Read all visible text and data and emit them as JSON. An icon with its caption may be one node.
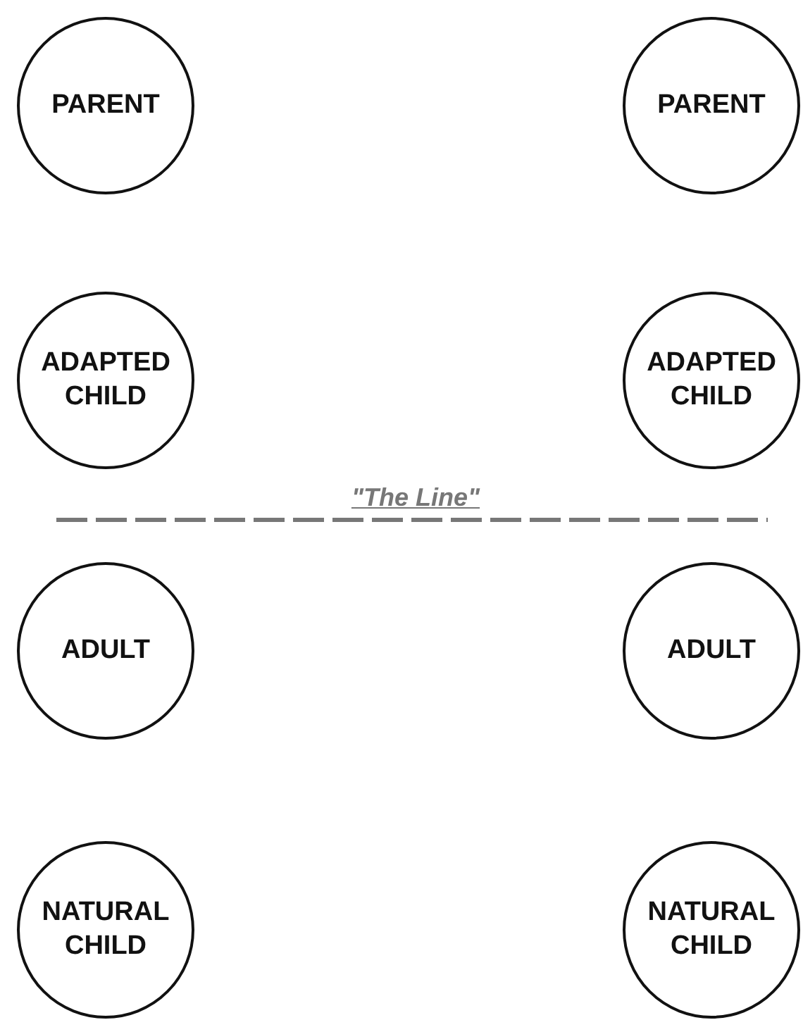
{
  "diagram": {
    "nodes": [
      {
        "text": [
          "PARENT"
        ]
      },
      {
        "text": [
          "PARENT"
        ]
      },
      {
        "text": [
          "ADAPTED CHILD"
        ]
      },
      {
        "text": [
          "ADAPTED CHILD"
        ]
      },
      {
        "text": [
          "ADULT"
        ]
      },
      {
        "text": [
          "ADULT"
        ]
      },
      {
        "text": [
          "NATURAL CHILD"
        ]
      },
      {
        "text": [
          "NATURAL CHILD"
        ]
      }
    ],
    "labels": [
      "\"The Line\""
    ]
  }
}
